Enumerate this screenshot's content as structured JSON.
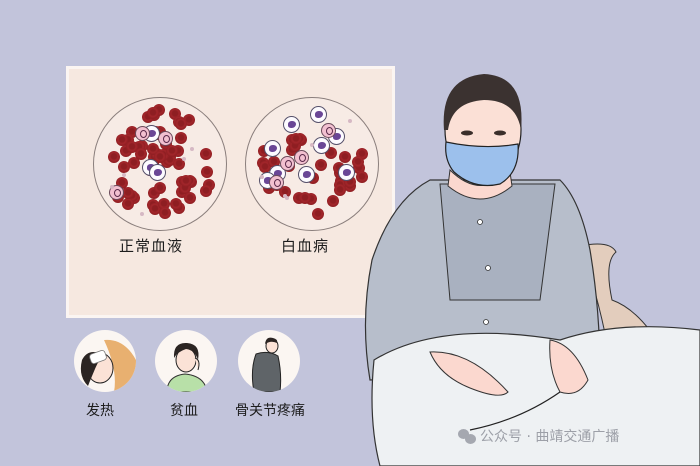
{
  "illustration": {
    "background_color": "#c2c4db",
    "poster": {
      "background_color": "#f6e8e0",
      "panels": [
        {
          "label": "正常血液",
          "description": "normal blood: mostly red blood cells, few white cells"
        },
        {
          "label": "白血病",
          "description": "leukemia: many abnormal white blood cells"
        }
      ]
    },
    "symptoms": [
      {
        "label": "发热",
        "description": "fever"
      },
      {
        "label": "贫血",
        "description": "anemia"
      },
      {
        "label": "骨关节疼痛",
        "description": "bone and joint pain"
      }
    ],
    "patient": {
      "description": "woman wearing blue face mask and grey pajamas sitting in bed",
      "mask_color": "#9cc0ec",
      "clothing_color": "#b4bcca"
    }
  },
  "watermark": {
    "icon": "wechat-icon",
    "text": "公众号 · 曲靖交通广播"
  }
}
